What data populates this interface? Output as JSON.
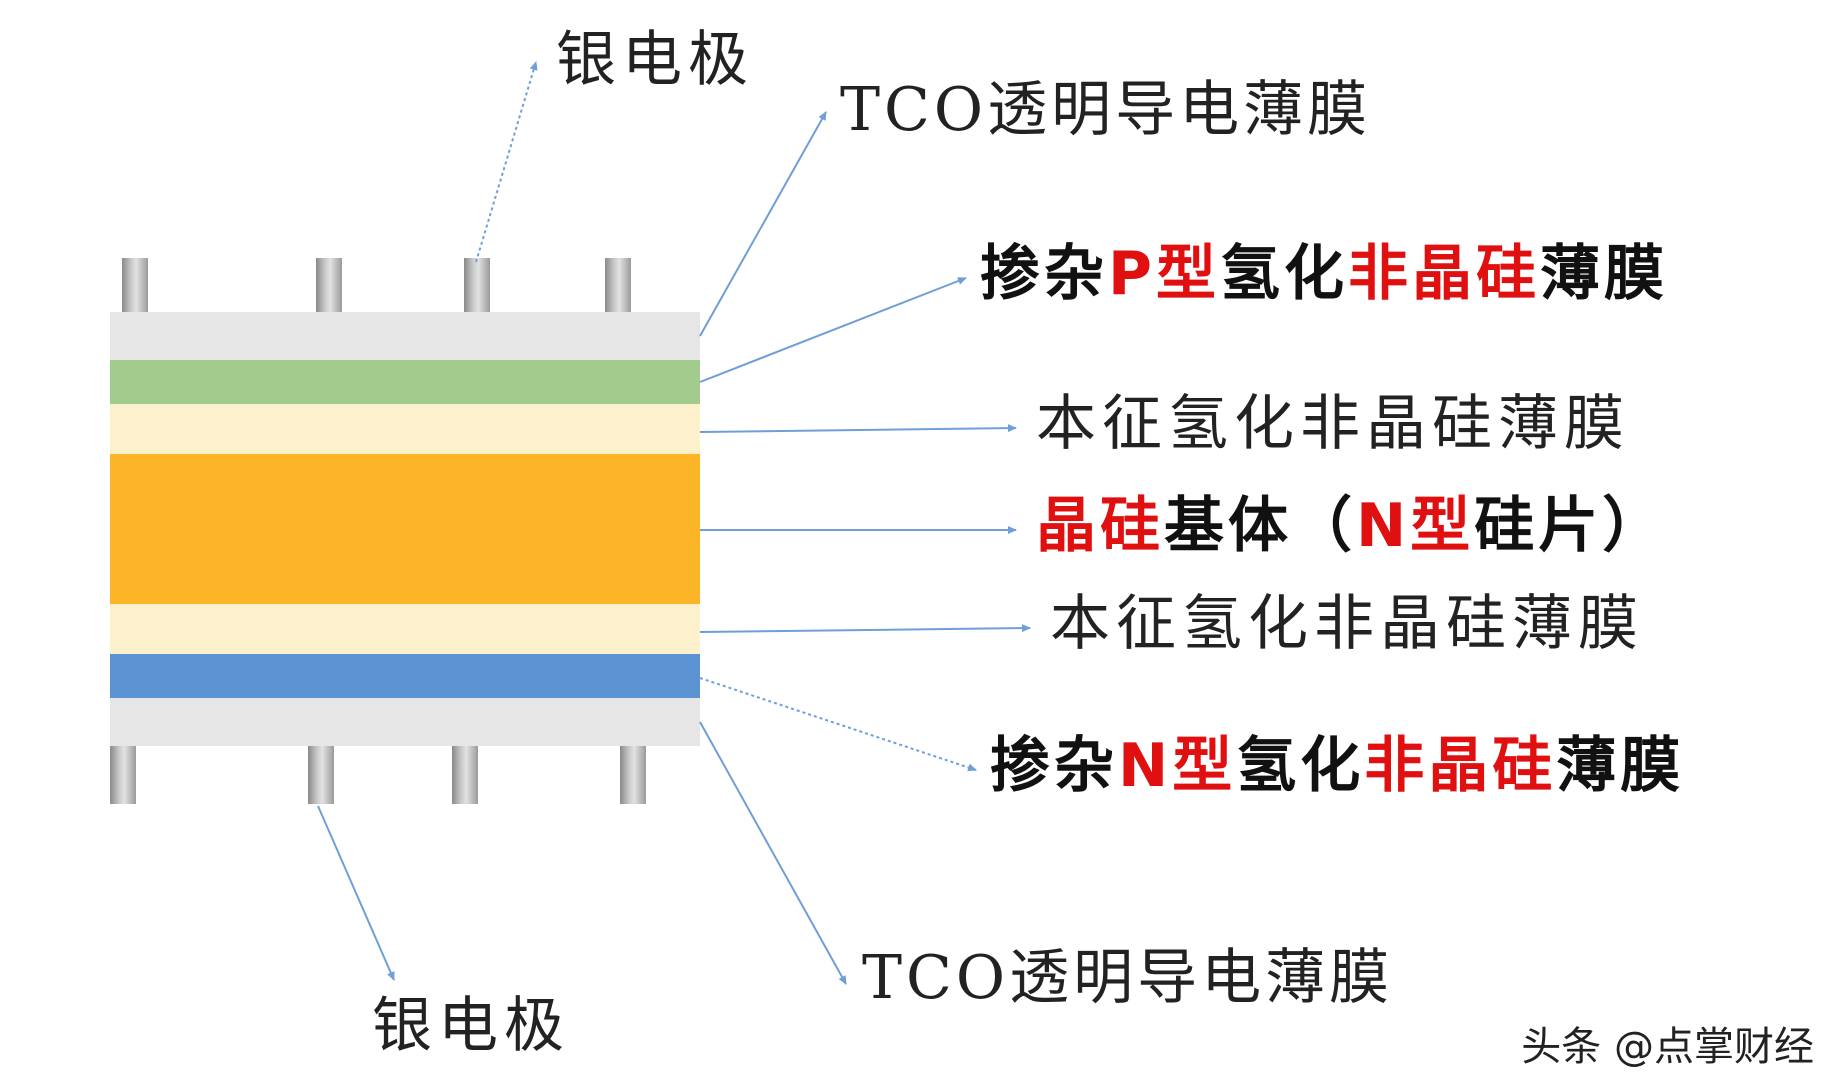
{
  "colors": {
    "tco": "#e6e6e6",
    "p_layer": "#a4cb8e",
    "intrinsic": "#fdf0cc",
    "substrate": "#fbb526",
    "n_layer": "#5b93d3",
    "silver": "#b4b4b4",
    "leader": "#6f9fd6",
    "highlight": "#e01010"
  },
  "labels": {
    "top_electrode": "银电极",
    "top_tco": "TCO透明导电薄膜",
    "p_doped": {
      "part1": "掺杂",
      "part2": "P型",
      "part3": "氢化",
      "part4": "非晶硅",
      "part5": "薄膜"
    },
    "intrinsic_top": "本征氢化非晶硅薄膜",
    "substrate": {
      "part1": "晶硅",
      "part2": "基体（",
      "part3": "N型",
      "part4": "硅片）"
    },
    "intrinsic_bottom": "本征氢化非晶硅薄膜",
    "n_doped": {
      "part1": "掺杂",
      "part2": "N型",
      "part3": "氢化",
      "part4": "非晶硅",
      "part5": "薄膜"
    },
    "bottom_tco": "TCO透明导电薄膜",
    "bottom_electrode": "银电极"
  },
  "watermark": "头条 @点掌财经"
}
